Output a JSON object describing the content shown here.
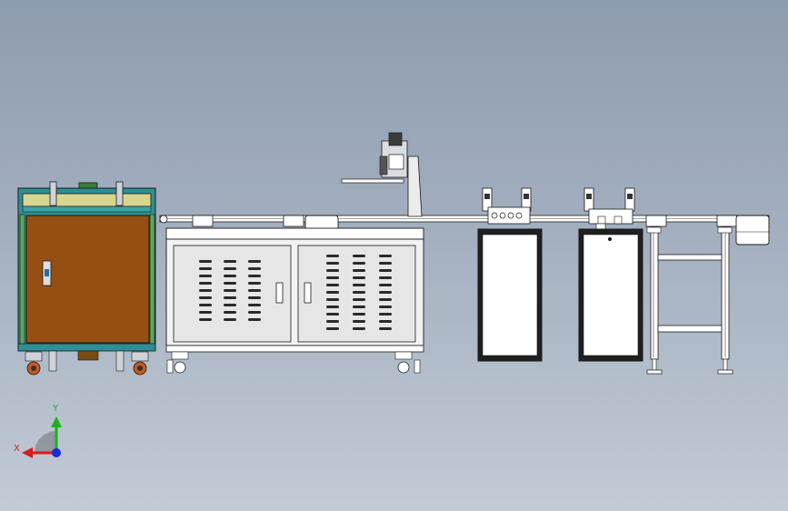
{
  "triad": {
    "x_label": "X",
    "y_label": "Y",
    "x_color": "#d81c1c",
    "y_color": "#19b219",
    "z_color": "#1c2ad8"
  },
  "colors": {
    "frame_teal": "#2e8f95",
    "cabinet_brown": "#964f12",
    "cabinet_yellow": "#d8d58e",
    "outline": "#1a1a1a",
    "panel_fill": "#ffffff",
    "cabinet_grey": "#e6e6e6"
  },
  "components": {
    "left_cabinet": "left-cabinet",
    "main_table": "main-table",
    "camera_station": "camera-station",
    "conveyor": "conveyor",
    "cabinet_a": "cabinet-a",
    "cabinet_b": "cabinet-b",
    "right_frame": "right-frame"
  }
}
